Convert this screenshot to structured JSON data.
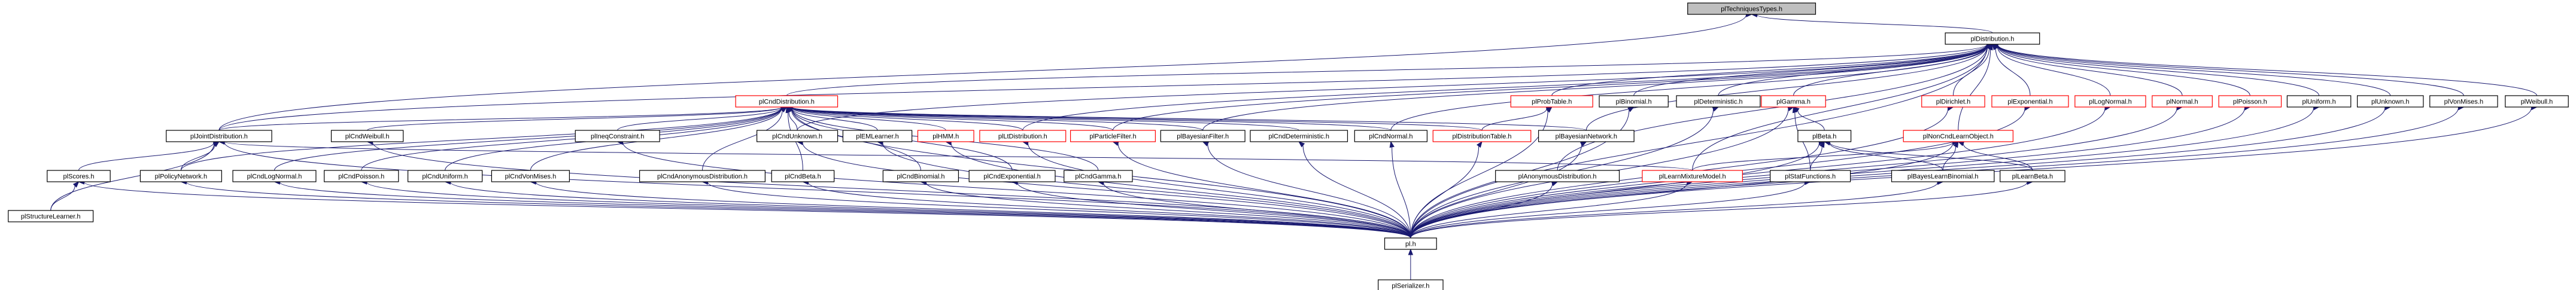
{
  "graph": {
    "colors": {
      "edge": "#191970",
      "highlight_fill": "#bfbfbf",
      "doc_border": "#ff0000",
      "normal_border": "#000000"
    },
    "nodes": [
      {
        "id": "TechTypes",
        "label": "plTechniquesTypes.h",
        "style": "focus"
      },
      {
        "id": "Dist",
        "label": "plDistribution.h",
        "style": "black"
      },
      {
        "id": "CndDist",
        "label": "plCndDistribution.h",
        "style": "red"
      },
      {
        "id": "ProbTable",
        "label": "plProbTable.h",
        "style": "red"
      },
      {
        "id": "Binomial",
        "label": "plBinomial.h",
        "style": "black"
      },
      {
        "id": "Deterministic",
        "label": "plDeterministic.h",
        "style": "black"
      },
      {
        "id": "Gamma",
        "label": "plGamma.h",
        "style": "red"
      },
      {
        "id": "Dirichlet",
        "label": "plDirichlet.h",
        "style": "red"
      },
      {
        "id": "Exponential",
        "label": "plExponential.h",
        "style": "red"
      },
      {
        "id": "LogNormal",
        "label": "plLogNormal.h",
        "style": "red"
      },
      {
        "id": "Normal",
        "label": "plNormal.h",
        "style": "red"
      },
      {
        "id": "Poisson",
        "label": "plPoisson.h",
        "style": "red"
      },
      {
        "id": "Uniform",
        "label": "plUniform.h",
        "style": "black"
      },
      {
        "id": "Unknown",
        "label": "plUnknown.h",
        "style": "black"
      },
      {
        "id": "VonMises",
        "label": "plVonMises.h",
        "style": "black"
      },
      {
        "id": "Weibull",
        "label": "plWeibull.h",
        "style": "black"
      },
      {
        "id": "JointDist",
        "label": "plJointDistribution.h",
        "style": "black"
      },
      {
        "id": "CndWeibull",
        "label": "plCndWeibull.h",
        "style": "black"
      },
      {
        "id": "IneqConstraint",
        "label": "plIneqConstraint.h",
        "style": "black"
      },
      {
        "id": "CndUnknown",
        "label": "plCndUnknown.h",
        "style": "black"
      },
      {
        "id": "EMLearner",
        "label": "plEMLearner.h",
        "style": "black"
      },
      {
        "id": "HMM",
        "label": "plHMM.h",
        "style": "red"
      },
      {
        "id": "LtDist",
        "label": "plLtDistribution.h",
        "style": "red"
      },
      {
        "id": "ParticleFilter",
        "label": "plParticleFilter.h",
        "style": "red"
      },
      {
        "id": "BayesFilter",
        "label": "plBayesianFilter.h",
        "style": "black"
      },
      {
        "id": "CndDeterministic",
        "label": "plCndDeterministic.h",
        "style": "black"
      },
      {
        "id": "CndNormal",
        "label": "plCndNormal.h",
        "style": "black"
      },
      {
        "id": "DistTable",
        "label": "plDistributionTable.h",
        "style": "red"
      },
      {
        "id": "BayesNet",
        "label": "plBayesianNetwork.h",
        "style": "black"
      },
      {
        "id": "Beta",
        "label": "plBeta.h",
        "style": "black"
      },
      {
        "id": "NonCndLearn",
        "label": "plNonCndLearnObject.h",
        "style": "red"
      },
      {
        "id": "Scores",
        "label": "plScores.h",
        "style": "black"
      },
      {
        "id": "PolicyNet",
        "label": "plPolicyNetwork.h",
        "style": "black"
      },
      {
        "id": "CndLogNormal",
        "label": "plCndLogNormal.h",
        "style": "black"
      },
      {
        "id": "CndPoisson",
        "label": "plCndPoisson.h",
        "style": "black"
      },
      {
        "id": "CndUniform",
        "label": "plCndUniform.h",
        "style": "black"
      },
      {
        "id": "CndVonMises",
        "label": "plCndVonMises.h",
        "style": "black"
      },
      {
        "id": "CndAnon",
        "label": "plCndAnonymousDistribution.h",
        "style": "black"
      },
      {
        "id": "CndBeta",
        "label": "plCndBeta.h",
        "style": "black"
      },
      {
        "id": "CndBinomial",
        "label": "plCndBinomial.h",
        "style": "black"
      },
      {
        "id": "CndExponential",
        "label": "plCndExponential.h",
        "style": "black"
      },
      {
        "id": "CndGamma",
        "label": "plCndGamma.h",
        "style": "black"
      },
      {
        "id": "AnonDist",
        "label": "plAnonymousDistribution.h",
        "style": "black"
      },
      {
        "id": "LearnMixture",
        "label": "plLearnMixtureModel.h",
        "style": "red"
      },
      {
        "id": "StatFunctions",
        "label": "plStatFunctions.h",
        "style": "black"
      },
      {
        "id": "BayesLearnBinomial",
        "label": "plBayesLearnBinomial.h",
        "style": "black"
      },
      {
        "id": "LearnBeta",
        "label": "plLearnBeta.h",
        "style": "black"
      },
      {
        "id": "StructLearner",
        "label": "plStructureLearner.h",
        "style": "black"
      },
      {
        "id": "Pl",
        "label": "pl.h",
        "style": "black"
      },
      {
        "id": "Serializer",
        "label": "plSerializer.h",
        "style": "black"
      }
    ],
    "edges": [
      [
        "Dist",
        "TechTypes"
      ],
      [
        "JointDist",
        "TechTypes"
      ],
      [
        "CndDist",
        "Dist"
      ],
      [
        "ProbTable",
        "Dist"
      ],
      [
        "Binomial",
        "Dist"
      ],
      [
        "Deterministic",
        "Dist"
      ],
      [
        "Gamma",
        "Dist"
      ],
      [
        "Dirichlet",
        "Dist"
      ],
      [
        "Exponential",
        "Dist"
      ],
      [
        "LogNormal",
        "Dist"
      ],
      [
        "Normal",
        "Dist"
      ],
      [
        "Poisson",
        "Dist"
      ],
      [
        "Uniform",
        "Dist"
      ],
      [
        "Unknown",
        "Dist"
      ],
      [
        "VonMises",
        "Dist"
      ],
      [
        "Weibull",
        "Dist"
      ],
      [
        "JointDist",
        "Dist"
      ],
      [
        "CndUnknown",
        "Dist"
      ],
      [
        "LtDist",
        "Dist"
      ],
      [
        "ParticleFilter",
        "Dist"
      ],
      [
        "BayesFilter",
        "Dist"
      ],
      [
        "CndNormal",
        "Dist"
      ],
      [
        "BayesNet",
        "Dist"
      ],
      [
        "NonCndLearn",
        "Dist"
      ],
      [
        "LearnMixture",
        "Dist"
      ],
      [
        "AnonDist",
        "Dist"
      ],
      [
        "Pl",
        "Dist"
      ],
      [
        "JointDist",
        "CndDist"
      ],
      [
        "CndWeibull",
        "CndDist"
      ],
      [
        "IneqConstraint",
        "CndDist"
      ],
      [
        "CndUnknown",
        "CndDist"
      ],
      [
        "EMLearner",
        "CndDist"
      ],
      [
        "HMM",
        "CndDist"
      ],
      [
        "LtDist",
        "CndDist"
      ],
      [
        "ParticleFilter",
        "CndDist"
      ],
      [
        "BayesFilter",
        "CndDist"
      ],
      [
        "CndDeterministic",
        "CndDist"
      ],
      [
        "CndNormal",
        "CndDist"
      ],
      [
        "DistTable",
        "CndDist"
      ],
      [
        "BayesNet",
        "CndDist"
      ],
      [
        "CndLogNormal",
        "CndDist"
      ],
      [
        "CndPoisson",
        "CndDist"
      ],
      [
        "CndUniform",
        "CndDist"
      ],
      [
        "CndVonMises",
        "CndDist"
      ],
      [
        "CndAnon",
        "CndDist"
      ],
      [
        "CndBeta",
        "CndDist"
      ],
      [
        "CndBinomial",
        "CndDist"
      ],
      [
        "CndExponential",
        "CndDist"
      ],
      [
        "CndGamma",
        "CndDist"
      ],
      [
        "PolicyNet",
        "CndDist"
      ],
      [
        "Pl",
        "CndDist"
      ],
      [
        "DistTable",
        "ProbTable"
      ],
      [
        "Pl",
        "ProbTable"
      ],
      [
        "Beta",
        "Gamma"
      ],
      [
        "StatFunctions",
        "Gamma"
      ],
      [
        "Scores",
        "JointDist"
      ],
      [
        "StructLearner",
        "JointDist"
      ],
      [
        "PolicyNet",
        "JointDist"
      ],
      [
        "LearnMixture",
        "JointDist"
      ],
      [
        "Pl",
        "JointDist"
      ],
      [
        "StructLearner",
        "Scores"
      ],
      [
        "LearnMixture",
        "NonCndLearn"
      ],
      [
        "BayesLearnBinomial",
        "NonCndLearn"
      ],
      [
        "LearnBeta",
        "NonCndLearn"
      ],
      [
        "StatFunctions",
        "Beta"
      ],
      [
        "BayesLearnBinomial",
        "Beta"
      ],
      [
        "LearnBeta",
        "Beta"
      ],
      [
        "Pl",
        "Beta"
      ],
      [
        "Pl",
        "Binomial"
      ],
      [
        "Pl",
        "Deterministic"
      ],
      [
        "Pl",
        "Dirichlet"
      ],
      [
        "Pl",
        "Exponential"
      ],
      [
        "Pl",
        "LogNormal"
      ],
      [
        "Pl",
        "Normal"
      ],
      [
        "Pl",
        "Poisson"
      ],
      [
        "Pl",
        "Uniform"
      ],
      [
        "Pl",
        "Unknown"
      ],
      [
        "Pl",
        "VonMises"
      ],
      [
        "Pl",
        "Weibull"
      ],
      [
        "Pl",
        "CndWeibull"
      ],
      [
        "Pl",
        "IneqConstraint"
      ],
      [
        "Pl",
        "CndUnknown"
      ],
      [
        "Pl",
        "EMLearner"
      ],
      [
        "Pl",
        "HMM"
      ],
      [
        "Pl",
        "LtDist"
      ],
      [
        "Pl",
        "ParticleFilter"
      ],
      [
        "Pl",
        "BayesFilter"
      ],
      [
        "Pl",
        "CndDeterministic"
      ],
      [
        "Pl",
        "CndNormal"
      ],
      [
        "Pl",
        "DistTable"
      ],
      [
        "Pl",
        "BayesNet"
      ],
      [
        "Pl",
        "NonCndLearn"
      ],
      [
        "Pl",
        "Scores"
      ],
      [
        "Pl",
        "PolicyNet"
      ],
      [
        "Pl",
        "CndLogNormal"
      ],
      [
        "Pl",
        "CndPoisson"
      ],
      [
        "Pl",
        "CndUniform"
      ],
      [
        "Pl",
        "CndVonMises"
      ],
      [
        "Pl",
        "CndAnon"
      ],
      [
        "Pl",
        "CndBeta"
      ],
      [
        "Pl",
        "CndBinomial"
      ],
      [
        "Pl",
        "CndExponential"
      ],
      [
        "Pl",
        "CndGamma"
      ],
      [
        "Pl",
        "AnonDist"
      ],
      [
        "Pl",
        "LearnMixture"
      ],
      [
        "Pl",
        "StatFunctions"
      ],
      [
        "Pl",
        "BayesLearnBinomial"
      ],
      [
        "Pl",
        "LearnBeta"
      ],
      [
        "Pl",
        "Gamma"
      ],
      [
        "Serializer",
        "Pl"
      ]
    ]
  }
}
